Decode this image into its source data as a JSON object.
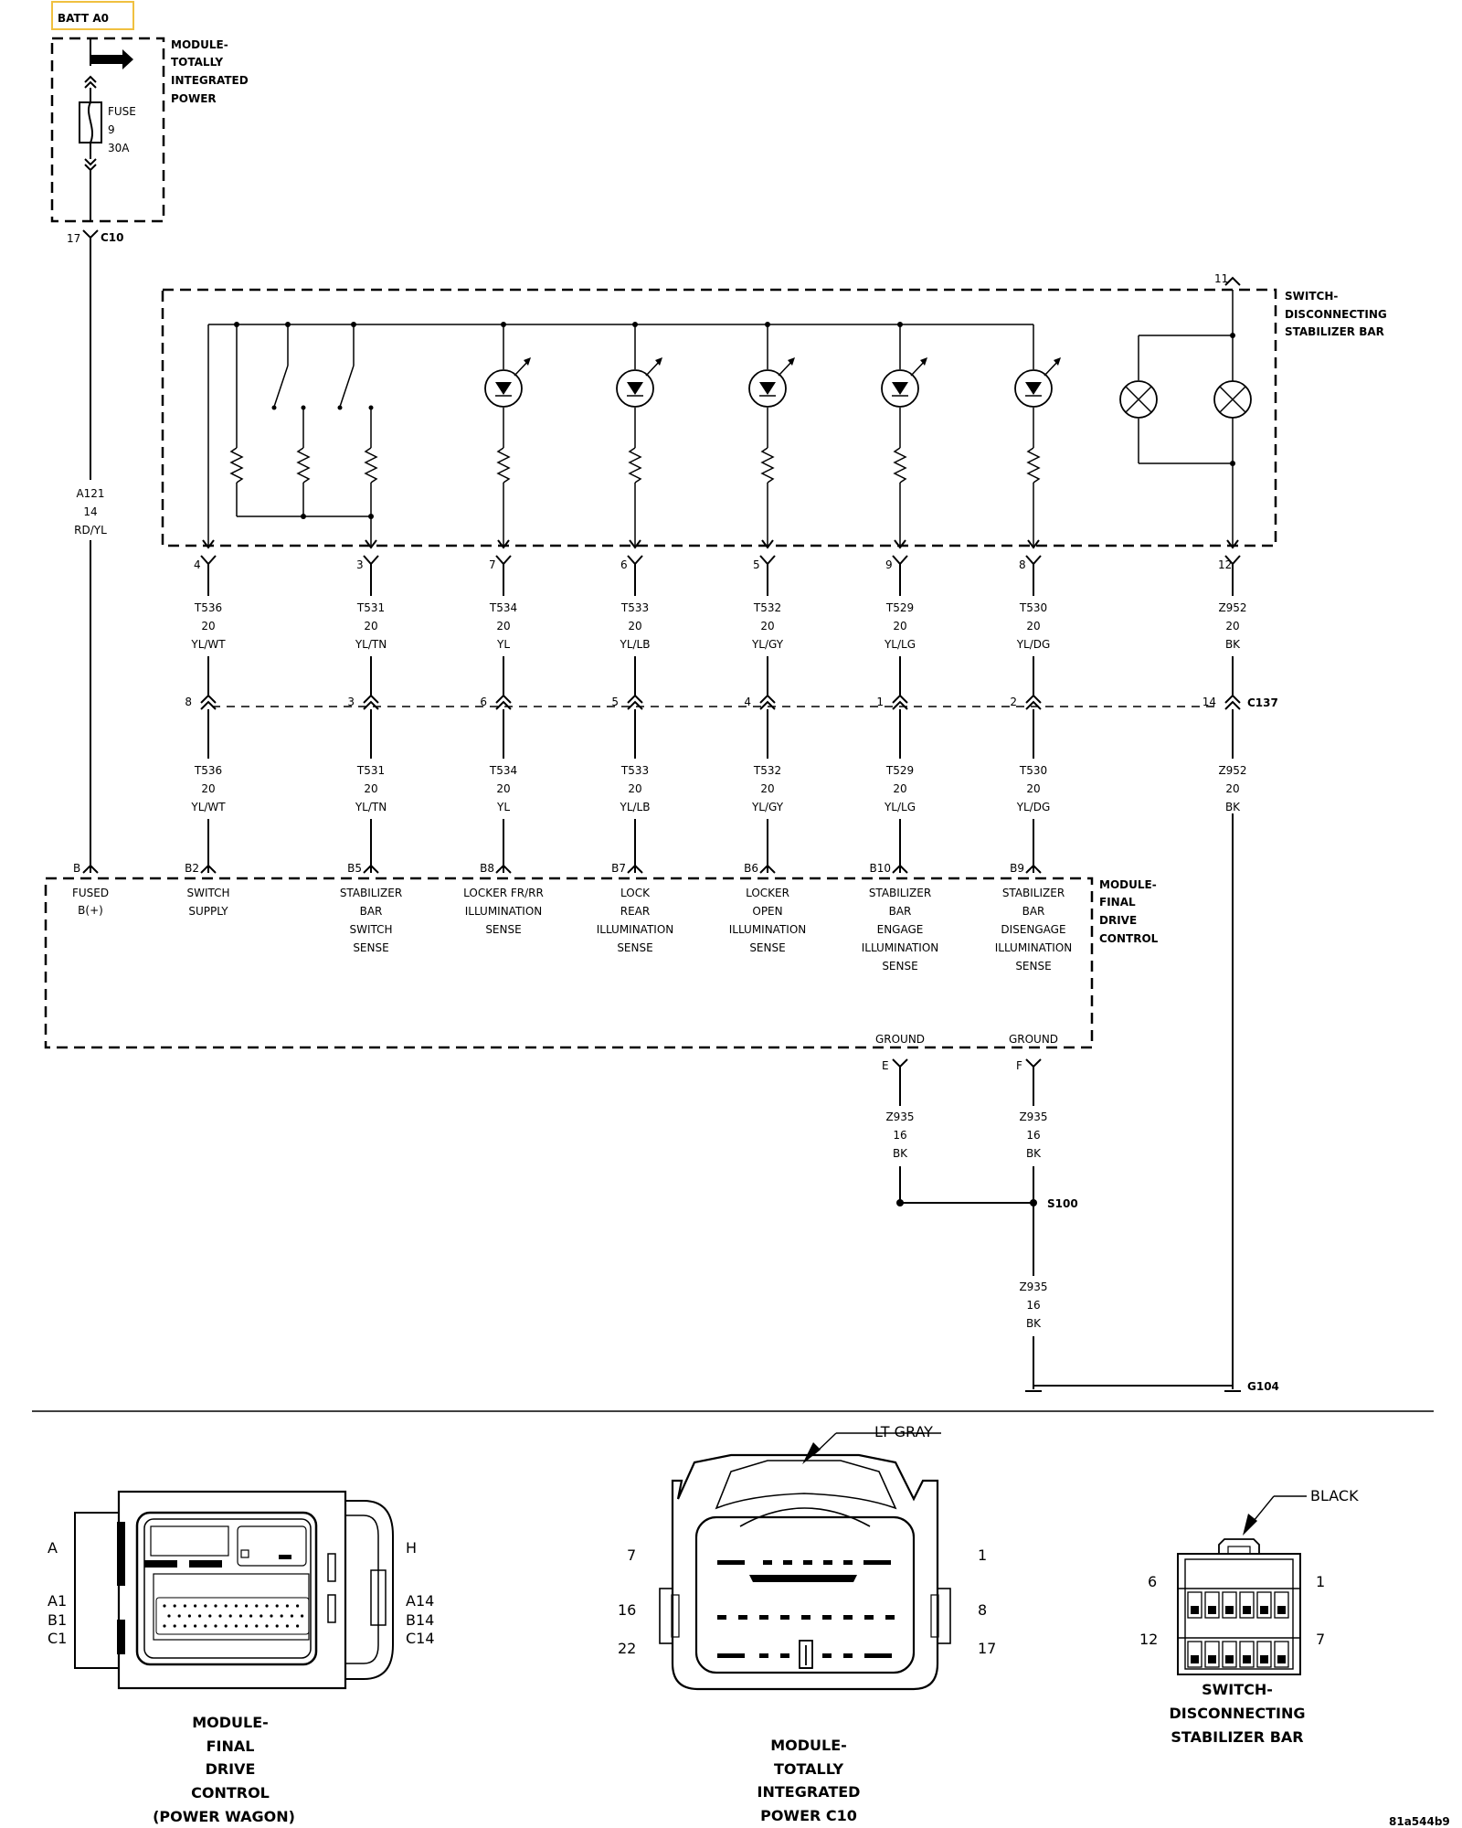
{
  "batt": "BATT A0",
  "tipm": {
    "label": [
      "MODULE-",
      "TOTALLY",
      "INTEGRATED",
      "POWER"
    ],
    "fuse": [
      "FUSE",
      "9",
      "30A"
    ],
    "pin": "17",
    "connector": "C10",
    "wire": [
      "A121",
      "14",
      "RD/YL"
    ]
  },
  "switch_module": {
    "label": [
      "SWITCH-",
      "DISCONNECTING",
      "STABILIZER BAR"
    ],
    "top_pin": "11"
  },
  "circuits": [
    {
      "sw_pin": "4",
      "wire": [
        "T536",
        "20",
        "YL/WT"
      ],
      "c137_pin": "8",
      "fdc_pin": "B2",
      "fdc_label": [
        "SWITCH",
        "SUPPLY"
      ]
    },
    {
      "sw_pin": "3",
      "wire": [
        "T531",
        "20",
        "YL/TN"
      ],
      "c137_pin": "3",
      "fdc_pin": "B5",
      "fdc_label": [
        "STABILIZER",
        "BAR",
        "SWITCH",
        "SENSE"
      ]
    },
    {
      "sw_pin": "7",
      "wire": [
        "T534",
        "20",
        "YL"
      ],
      "c137_pin": "6",
      "fdc_pin": "B8",
      "fdc_label": [
        "LOCKER FR/RR",
        "ILLUMINATION",
        "SENSE"
      ]
    },
    {
      "sw_pin": "6",
      "wire": [
        "T533",
        "20",
        "YL/LB"
      ],
      "c137_pin": "5",
      "fdc_pin": "B7",
      "fdc_label": [
        "LOCK",
        "REAR",
        "ILLUMINATION",
        "SENSE"
      ]
    },
    {
      "sw_pin": "5",
      "wire": [
        "T532",
        "20",
        "YL/GY"
      ],
      "c137_pin": "4",
      "fdc_pin": "B6",
      "fdc_label": [
        "LOCKER",
        "OPEN",
        "ILLUMINATION",
        "SENSE"
      ]
    },
    {
      "sw_pin": "9",
      "wire": [
        "T529",
        "20",
        "YL/LG"
      ],
      "c137_pin": "1",
      "fdc_pin": "B10",
      "fdc_label": [
        "STABILIZER",
        "BAR",
        "ENGAGE",
        "ILLUMINATION",
        "SENSE"
      ]
    },
    {
      "sw_pin": "8",
      "wire": [
        "T530",
        "20",
        "YL/DG"
      ],
      "c137_pin": "2",
      "fdc_pin": "B9",
      "fdc_label": [
        "STABILIZER",
        "BAR",
        "DISENGAGE",
        "ILLUMINATION",
        "SENSE"
      ]
    },
    {
      "sw_pin": "12",
      "wire": [
        "Z952",
        "20",
        "BK"
      ],
      "c137_pin": "14",
      "fdc_pin": "",
      "fdc_label": []
    }
  ],
  "c137": "C137",
  "fdc": {
    "label": [
      "MODULE-",
      "FINAL",
      "DRIVE",
      "CONTROL"
    ],
    "fused_pin": "B",
    "fused_label": [
      "FUSED",
      "B(+)"
    ],
    "grounds": [
      {
        "name": "GROUND",
        "pin": "E",
        "wire": [
          "Z935",
          "16",
          "BK"
        ]
      },
      {
        "name": "GROUND",
        "pin": "F",
        "wire": [
          "Z935",
          "16",
          "BK"
        ]
      }
    ]
  },
  "splice": "S100",
  "splice_wire": [
    "Z935",
    "16",
    "BK"
  ],
  "ground_point": "G104",
  "connectors": {
    "fdc": {
      "letters_left": [
        "A",
        "A1",
        "B1",
        "C1"
      ],
      "letters_right": [
        "H",
        "A14",
        "B14",
        "C14"
      ],
      "caption": [
        "MODULE-",
        "FINAL",
        "DRIVE",
        "CONTROL",
        "(POWER WAGON)"
      ]
    },
    "tipm": {
      "color": "LT GRAY",
      "pins_left": [
        "7",
        "16",
        "22"
      ],
      "pins_right": [
        "1",
        "8",
        "17"
      ],
      "caption": [
        "MODULE-",
        "TOTALLY",
        "INTEGRATED",
        "POWER C10"
      ]
    },
    "switch": {
      "color": "BLACK",
      "pins_left": [
        "6",
        "12"
      ],
      "pins_right": [
        "1",
        "7"
      ],
      "caption": [
        "SWITCH-",
        "DISCONNECTING",
        "STABILIZER BAR"
      ]
    }
  },
  "ref": "81a544b9"
}
